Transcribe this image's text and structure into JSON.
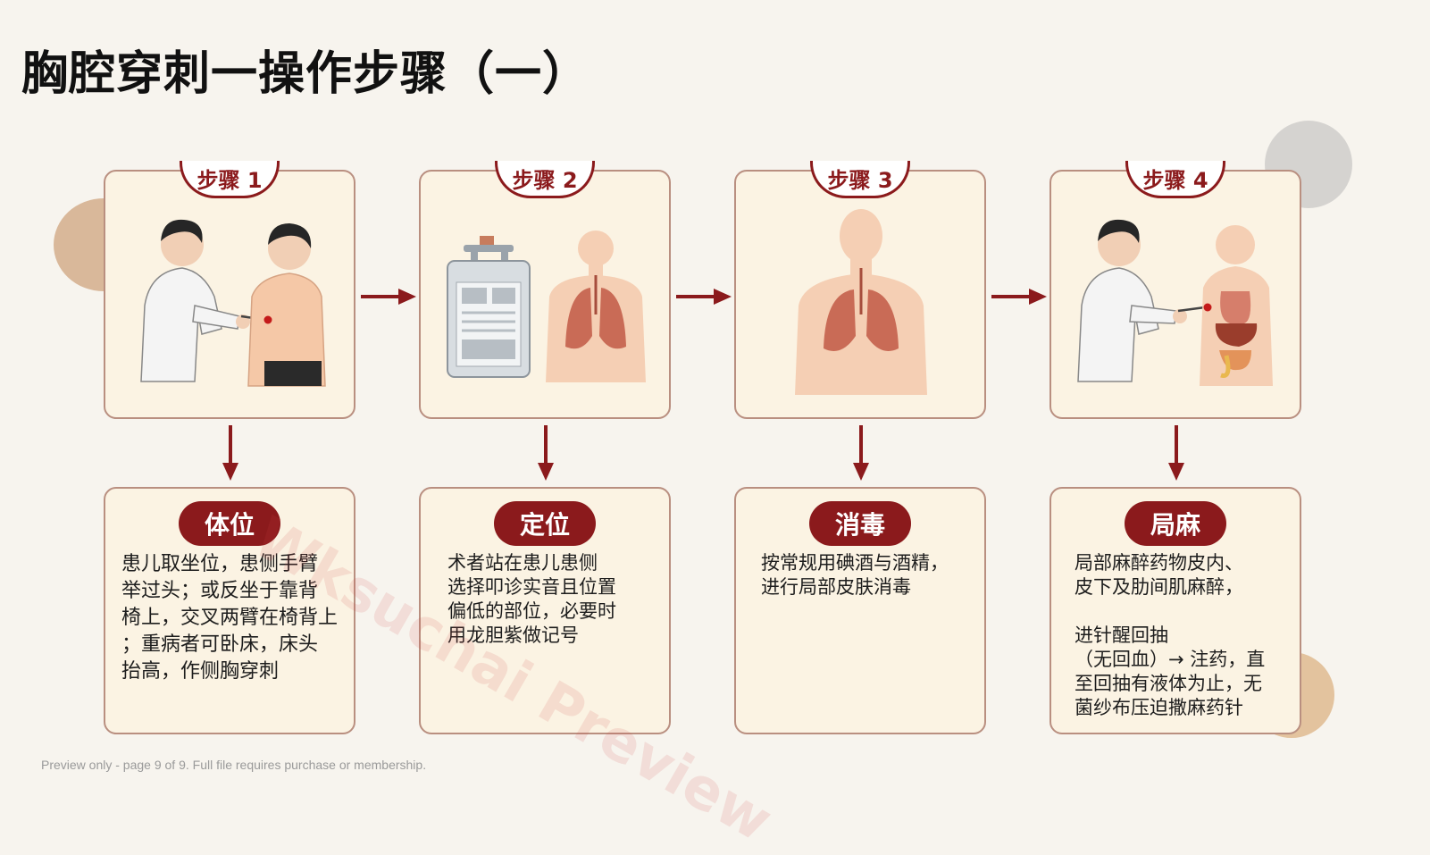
{
  "title": "胸腔穿刺一操作步骤（一）",
  "steps": [
    {
      "tab": "步骤 1",
      "heading": "体位",
      "text": "患儿取坐位，患侧手臂\n举过头；或反坐于靠背\n椅上，交叉两臂在椅背上\n；重病者可卧床，床头\n抬高，作侧胸穿刺"
    },
    {
      "tab": "步骤 2",
      "heading": "定位",
      "text": "术者站在患儿患侧\n选择叩诊实音且位置\n偏低的部位，必要时\n用龙胆紫做记号"
    },
    {
      "tab": "步骤 3",
      "heading": "消毒",
      "text": "按常规用碘酒与酒精，\n进行局部皮肤消毒"
    },
    {
      "tab": "步骤 4",
      "heading": "局麻",
      "text": "局部麻醉药物皮内、\n皮下及肋间肌麻醉，\n\n         进针醒回抽\n （无回血）→ 注药，直\n至回抽有液体为止，无\n菌纱布压迫撒麻药针"
    }
  ],
  "watermark": "Wksuchai Preview",
  "footer": "Preview only - page 9 of 9. Full file requires purchase or membership.",
  "colors": {
    "background": "#f7f4ee",
    "accent": "#8b1a1c",
    "card": "#fbf3e3",
    "card_border": "#b98f80"
  },
  "icons": [
    "right-arrow-icon",
    "down-arrow-icon"
  ]
}
